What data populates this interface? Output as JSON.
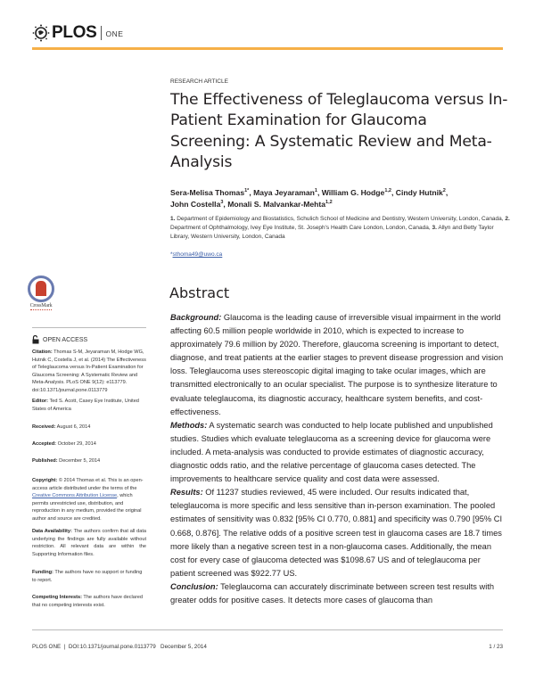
{
  "header": {
    "logo_plos": "PLOS",
    "logo_one": "ONE",
    "rule_color": "#f6b048"
  },
  "article": {
    "type": "RESEARCH ARTICLE",
    "title": "The Effectiveness of Teleglaucoma versus In-Patient Examination for Glaucoma Screening: A Systematic Review and Meta-Analysis",
    "authors": [
      {
        "name": "Sera-Melisa Thomas",
        "sup": "1*"
      },
      {
        "name": "Maya Jeyaraman",
        "sup": "1"
      },
      {
        "name": "William G. Hodge",
        "sup": "1,2"
      },
      {
        "name": "Cindy Hutnik",
        "sup": "2"
      },
      {
        "name": "John Costella",
        "sup": "3"
      },
      {
        "name": "Monali S. Malvankar-Mehta",
        "sup": "1,2"
      }
    ],
    "affiliations": [
      {
        "num": "1.",
        "text": "Department of Epidemiology and Biostatistics, Schulich School of Medicine and Dentistry, Western University, London, Canada,"
      },
      {
        "num": "2.",
        "text": "Department of Ophthalmology, Ivey Eye Institute, St. Joseph's Health Care London, London, Canada,"
      },
      {
        "num": "3.",
        "text": "Allyn and Betty Taylor Library, Western University, London, Canada"
      }
    ],
    "email_prefix": "*",
    "email": "sthoma49@uwo.ca"
  },
  "abstract": {
    "heading": "Abstract",
    "sections": [
      {
        "label": "Background:",
        "text": " Glaucoma is the leading cause of irreversible visual impairment in the world affecting 60.5 million people worldwide in 2010, which is expected to increase to approximately 79.6 million by 2020. Therefore, glaucoma screening is important to detect, diagnose, and treat patients at the earlier stages to prevent disease progression and vision loss. Teleglaucoma uses stereoscopic digital imaging to take ocular images, which are transmitted electronically to an ocular specialist. The purpose is to synthesize literature to evaluate teleglaucoma, its diagnostic accuracy, healthcare system benefits, and cost-effectiveness."
      },
      {
        "label": "Methods:",
        "text": " A systematic search was conducted to help locate published and unpublished studies. Studies which evaluate teleglaucoma as a screening device for glaucoma were included. A meta-analysis was conducted to provide estimates of diagnostic accuracy, diagnostic odds ratio, and the relative percentage of glaucoma cases detected. The improvements to healthcare service quality and cost data were assessed."
      },
      {
        "label": "Results:",
        "text": " Of 11237 studies reviewed, 45 were included. Our results indicated that, teleglaucoma is more specific and less sensitive than in-person examination. The pooled estimates of sensitivity was 0.832 [95% CI 0.770, 0.881] and specificity was 0.790 [95% CI 0.668, 0.876]. The relative odds of a positive screen test in glaucoma cases are 18.7 times more likely than a negative screen test in a non-glaucoma cases. Additionally, the mean cost for every case of glaucoma detected was $1098.67 US and of teleglaucoma per patient screened was $922.77 US."
      },
      {
        "label": "Conclusion:",
        "text": " Teleglaucoma can accurately discriminate between screen test results with greater odds for positive cases. It detects more cases of glaucoma than"
      }
    ]
  },
  "sidebar": {
    "crossmark_label": "CrossMark",
    "open_access": "OPEN ACCESS",
    "citation_label": "Citation:",
    "citation_text": " Thomas S-M, Jeyaraman M, Hodge WG, Hutnik C, Costella J, et al. (2014) The Effectiveness of Teleglaucoma versus In-Patient Examination for Glaucoma Screening: A Systematic Review and Meta-Analysis. PLoS ONE 9(12): e113779. doi:10.1371/journal.pone.0113779",
    "editor_label": "Editor:",
    "editor_text": " Ted S. Acott, Casey Eye Institute, United States of America",
    "received_label": "Received:",
    "received_text": " August 6, 2014",
    "accepted_label": "Accepted:",
    "accepted_text": " October 29, 2014",
    "published_label": "Published:",
    "published_text": " December 5, 2014",
    "copyright_label": "Copyright:",
    "copyright_pre": " © 2014 Thomas et al. This is an open-access article distributed under the terms of the ",
    "copyright_link": "Creative Commons Attribution License",
    "copyright_post": ", which permits unrestricted use, distribution, and reproduction in any medium, provided the original author and source are credited.",
    "data_label": "Data Availability:",
    "data_text": " The authors confirm that all data underlying the findings are fully available without restriction. All relevant data are within the Supporting Information files.",
    "funding_label": "Funding:",
    "funding_text": " The authors have no support or funding to report.",
    "competing_label": "Competing Interests:",
    "competing_text": " The authors have declared that no competing interests exist."
  },
  "footer": {
    "journal": "PLOS ONE",
    "separator": "|",
    "doi": "DOI:10.1371/journal.pone.0113779",
    "date": "December 5, 2014",
    "page": "1 / 23"
  }
}
